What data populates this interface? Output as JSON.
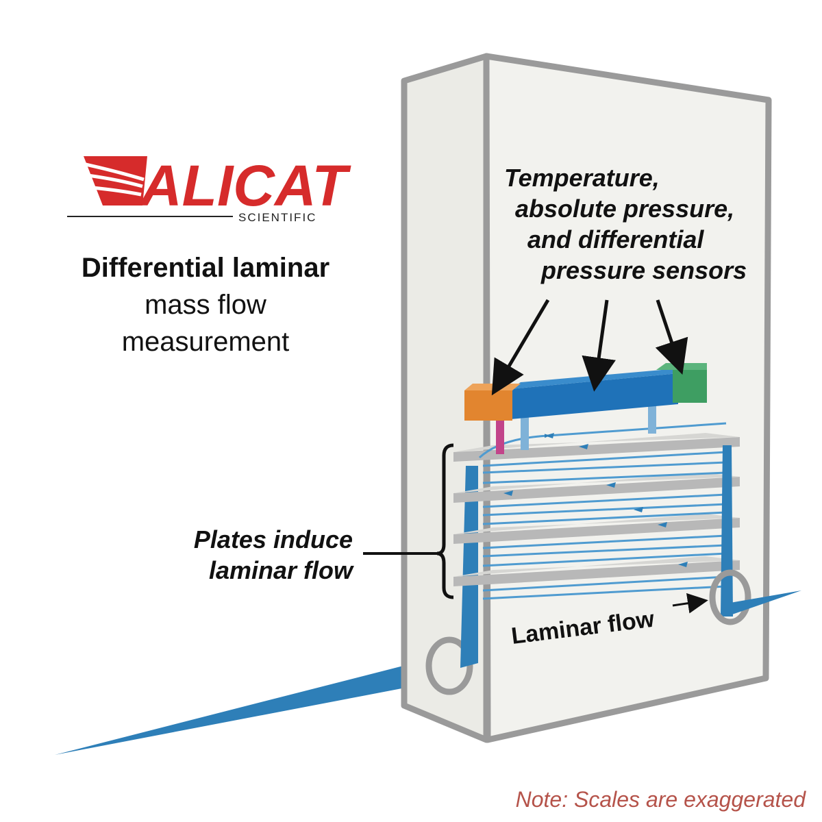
{
  "logo": {
    "name": "ALICAT",
    "subtitle": "SCIENTIFIC",
    "color": "#d62b2b"
  },
  "heading": {
    "line1": "Differential laminar",
    "line2": "mass flow",
    "line3": "measurement"
  },
  "sensors_callout": {
    "line1": "Temperature,",
    "line2": "absolute pressure,",
    "line3": "and differential",
    "line4": "pressure sensors"
  },
  "plates_callout": {
    "line1": "Plates induce",
    "line2": "laminar flow"
  },
  "flow_label": "Laminar flow",
  "note": "Note: Scales are exaggerated",
  "colors": {
    "flow_blue": "#2e7fb8",
    "sensor_bar": "#1f72b8",
    "temperature_sensor": "#e2852f",
    "differential_sensor": "#3e9e62",
    "housing_outline": "#9a9a9a",
    "housing_fill": "#f2f2ee",
    "note": "#b5534a"
  }
}
